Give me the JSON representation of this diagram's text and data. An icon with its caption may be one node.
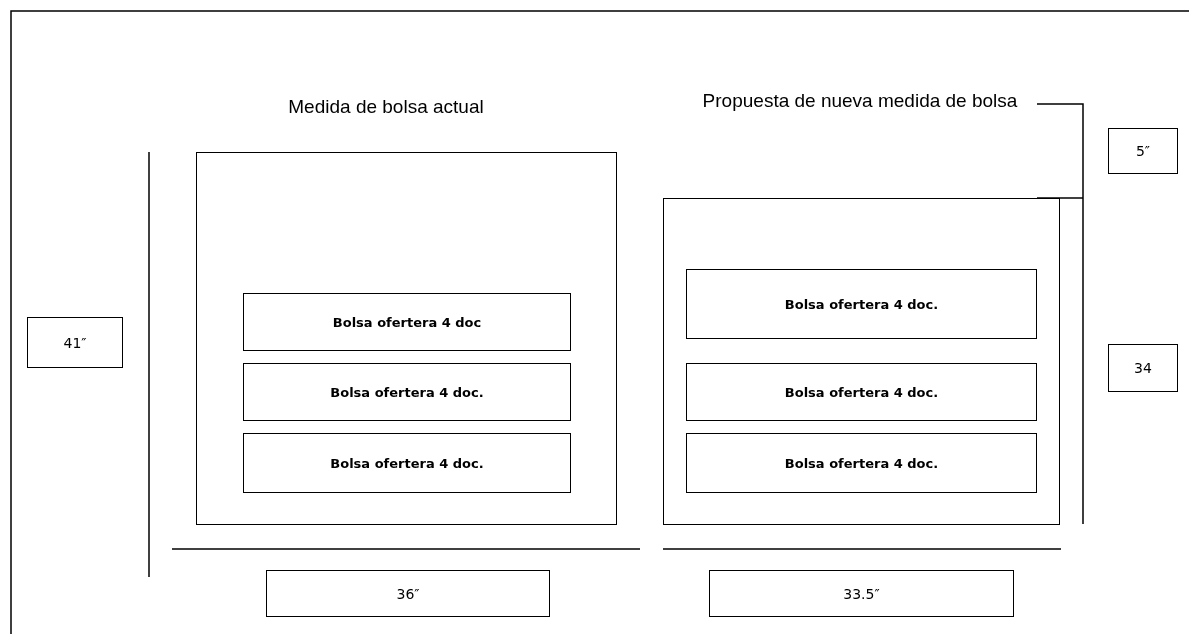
{
  "diagram": {
    "nodes": [
      {
        "text": [],
        "shape": "box"
      },
      {
        "text": [
          "Bolsa ofertera 4 doc"
        ],
        "in": 0
      },
      {
        "text": [
          "Bolsa ofertera 4 doc."
        ],
        "in": 0
      },
      {
        "text": [
          "Bolsa ofertera 4 doc."
        ],
        "in": 0
      },
      {
        "text": [],
        "shape": "box"
      },
      {
        "text": [
          "Bolsa ofertera 4 doc."
        ],
        "in": 4
      },
      {
        "text": [
          "Bolsa ofertera 4 doc."
        ],
        "in": 4
      },
      {
        "text": [
          "Bolsa ofertera 4 doc."
        ],
        "in": 4
      },
      {
        "text": [
          "5″"
        ]
      },
      {
        "text": [
          "41″"
        ]
      },
      {
        "text": [
          "34"
        ]
      },
      {
        "text": [
          "36″"
        ]
      },
      {
        "text": [
          "33.5″"
        ]
      }
    ],
    "edges": [],
    "labels": [
      "Medida de bolsa actual",
      "Propuesta de nueva medida de bolsa"
    ]
  }
}
